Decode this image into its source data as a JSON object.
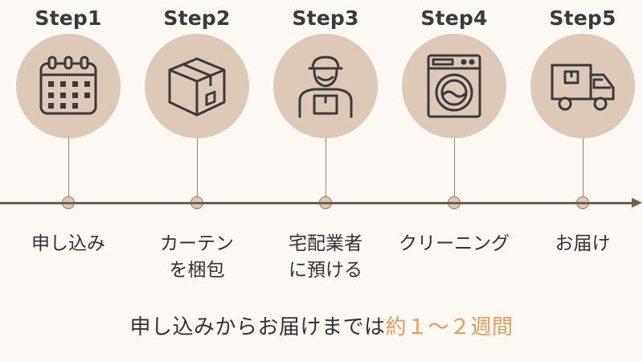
{
  "steps": [
    {
      "title": "Step1",
      "label": "申し込み",
      "icon": "calendar-icon"
    },
    {
      "title": "Step2",
      "label": "カーテン\nを梱包",
      "icon": "box-icon"
    },
    {
      "title": "Step3",
      "label": "宅配業者\nに預ける",
      "icon": "delivery-person-icon"
    },
    {
      "title": "Step4",
      "label": "クリーニング",
      "icon": "washing-machine-icon"
    },
    {
      "title": "Step5",
      "label": "お届け",
      "icon": "truck-icon"
    }
  ],
  "footer": {
    "text": "申し込みからお届けまでは",
    "highlight": "約１～２週間"
  },
  "colors": {
    "background": "#fcf9f4",
    "circle": "#dcc9b7",
    "timeline": "#7a5c44",
    "text": "#333333",
    "accent": "#e89a5b",
    "icon_stroke": "#3a3a3a"
  }
}
